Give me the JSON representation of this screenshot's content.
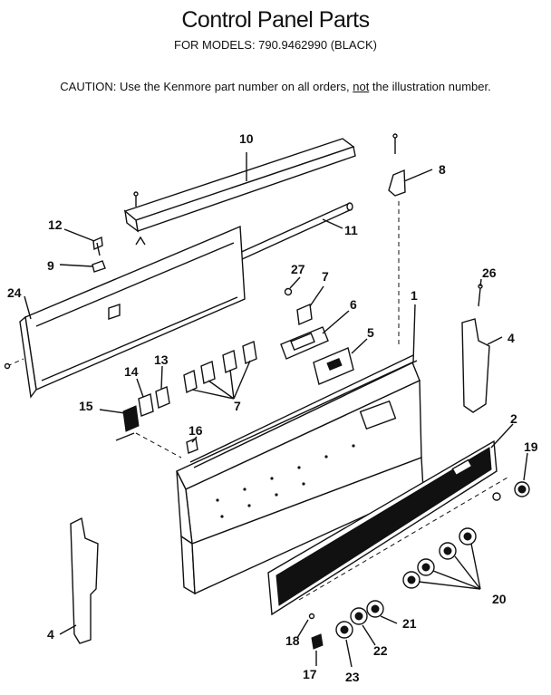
{
  "header": {
    "title": "Control Panel Parts",
    "subtitle": "FOR MODELS: 790.9462990  (BLACK)",
    "caution_prefix": "CAUTION:  Use the Kenmore part number on all orders, ",
    "caution_emph": "not",
    "caution_suffix": " the illustration number."
  },
  "callouts": {
    "c1": "1",
    "c2": "2",
    "c4a": "4",
    "c4b": "4",
    "c5": "5",
    "c6": "6",
    "c7a": "7",
    "c7b": "7",
    "c8": "8",
    "c9": "9",
    "c10": "10",
    "c11": "11",
    "c12": "12",
    "c13": "13",
    "c14": "14",
    "c15": "15",
    "c16": "16",
    "c17": "17",
    "c18": "18",
    "c19": "19",
    "c20": "20",
    "c21": "21",
    "c22": "22",
    "c23": "23",
    "c24": "24",
    "c26": "26",
    "c27": "27"
  }
}
